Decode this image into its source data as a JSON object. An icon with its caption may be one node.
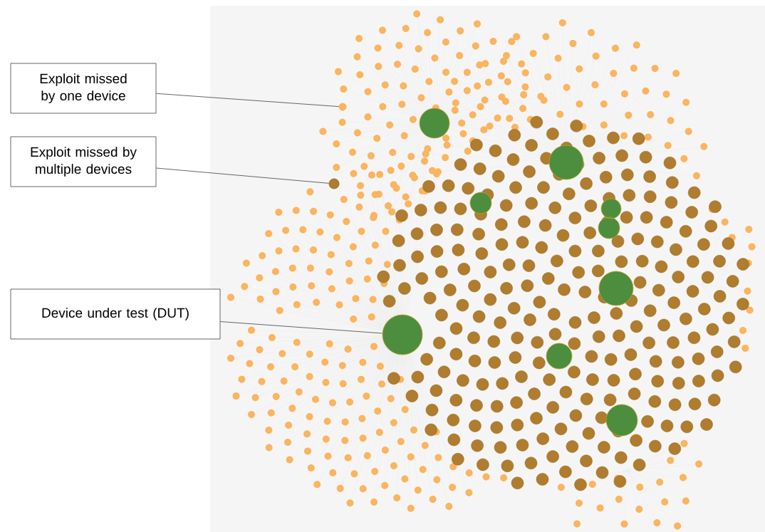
{
  "diagram": {
    "nodes": [
      {
        "text": [
          "Exploit missed by one device"
        ]
      },
      {
        "text": [],
        "shape": "circle"
      },
      {
        "text": [
          "Exploit missed by multiple devices"
        ]
      },
      {
        "text": [],
        "shape": "circle"
      },
      {
        "text": [
          "Device under test (DUT)"
        ]
      },
      {
        "text": [],
        "shape": "circle"
      }
    ],
    "edges": [
      {
        "from": 0,
        "to": 1,
        "arrow": "none"
      },
      {
        "from": 2,
        "to": 3,
        "arrow": "none"
      },
      {
        "from": 4,
        "to": 5,
        "arrow": "none"
      }
    ]
  }
}
